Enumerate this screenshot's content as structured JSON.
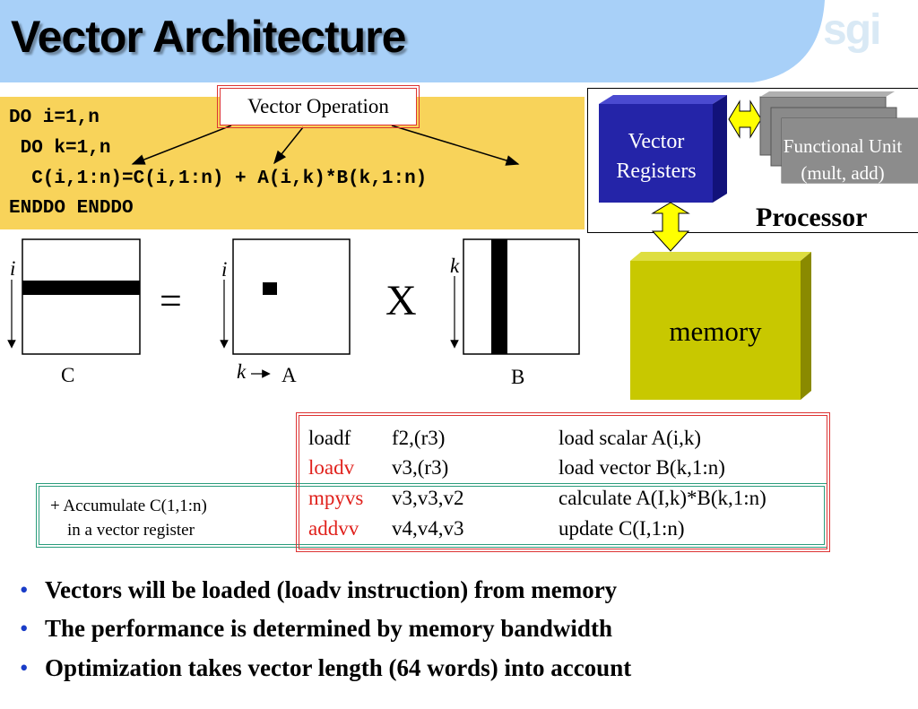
{
  "slide": {
    "title": "Vector Architecture",
    "logo": "sgi"
  },
  "code": {
    "lines": [
      "DO i=1,n",
      " DO k=1,n",
      "  C(i,1:n)=C(i,1:n) + A(i,k)*B(k,1:n)",
      "ENDDO ENDDO"
    ],
    "callout": "Vector Operation"
  },
  "processor": {
    "vector_registers": [
      "Vector",
      "Registers"
    ],
    "functional_unit": [
      "Functional Unit",
      "(mult, add)"
    ],
    "label": "Processor",
    "memory": "memory"
  },
  "matrices": {
    "c_name": "C",
    "a_name": "A",
    "b_name": "B",
    "equals": "=",
    "times": "X",
    "c_row_index": "i",
    "a_row_index": "i",
    "a_col_index": "k",
    "b_row_index": "k"
  },
  "assembly": [
    {
      "op": "loadf",
      "args": "f2,(r3)",
      "comment": "load scalar A(i,k)",
      "highlight": false
    },
    {
      "op": "loadv",
      "args": "v3,(r3)",
      "comment": "load vector B(k,1:n)",
      "highlight": true
    },
    {
      "op": "mpyvs",
      "args": "v3,v3,v2",
      "comment": "calculate A(I,k)*B(k,1:n)",
      "highlight": true
    },
    {
      "op": "addvv",
      "args": "v4,v4,v3",
      "comment": "update C(I,1:n)",
      "highlight": true
    }
  ],
  "accumulate_note": "+ Accumulate C(1,1:n)\n    in a vector register",
  "bullets": [
    "Vectors will be loaded (loadv instruction) from memory",
    "The performance is determined by memory bandwidth",
    "Optimization takes vector length (64 words) into account"
  ],
  "colors": {
    "title_band": "#a8d0f8",
    "code_bg": "#f8d35a",
    "vector_registers": "#2424a8",
    "functional_unit": "#8a8a8a",
    "memory": "#c8c800",
    "arrow": "#ffff00",
    "highlight": "#e0201b",
    "accent_box": "#2a9c7c"
  }
}
